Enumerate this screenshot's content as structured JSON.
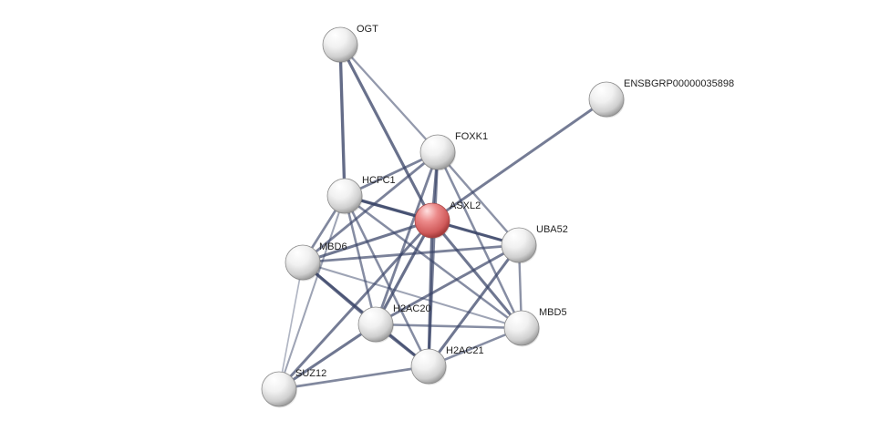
{
  "colors": {
    "background": "#ffffff",
    "query_node": "#e06666",
    "node": "#e8e8e8",
    "edge": "#3a4568",
    "label": "#222222"
  },
  "nodes": [
    {
      "id": "OGT",
      "label": "OGT",
      "query": false
    },
    {
      "id": "ENSBGRP00000035898",
      "label": "ENSBGRP00000035898",
      "query": false
    },
    {
      "id": "FOXK1",
      "label": "FOXK1",
      "query": false
    },
    {
      "id": "HCFC1",
      "label": "HCFC1",
      "query": false
    },
    {
      "id": "ASXL2",
      "label": "ASXL2",
      "query": true
    },
    {
      "id": "UBA52",
      "label": "UBA52",
      "query": false
    },
    {
      "id": "MBD6",
      "label": "MBD6",
      "query": false
    },
    {
      "id": "H2AC20",
      "label": "H2AC20",
      "query": false
    },
    {
      "id": "MBD5",
      "label": "MBD5",
      "query": false
    },
    {
      "id": "H2AC21",
      "label": "H2AC21",
      "query": false
    },
    {
      "id": "SUZ12",
      "label": "SUZ12",
      "query": false
    }
  ],
  "edges": [
    {
      "source": "OGT",
      "target": "HCFC1",
      "confidence": 0.9
    },
    {
      "source": "OGT",
      "target": "FOXK1",
      "confidence": 0.5
    },
    {
      "source": "OGT",
      "target": "ASXL2",
      "confidence": 0.85
    },
    {
      "source": "ENSBGRP00000035898",
      "target": "ASXL2",
      "confidence": 0.75
    },
    {
      "source": "FOXK1",
      "target": "HCFC1",
      "confidence": 0.7
    },
    {
      "source": "FOXK1",
      "target": "ASXL2",
      "confidence": 0.8
    },
    {
      "source": "FOXK1",
      "target": "MBD6",
      "confidence": 0.7
    },
    {
      "source": "FOXK1",
      "target": "UBA52",
      "confidence": 0.55
    },
    {
      "source": "FOXK1",
      "target": "H2AC20",
      "confidence": 0.7
    },
    {
      "source": "FOXK1",
      "target": "H2AC21",
      "confidence": 0.7
    },
    {
      "source": "FOXK1",
      "target": "MBD5",
      "confidence": 0.6
    },
    {
      "source": "HCFC1",
      "target": "ASXL2",
      "confidence": 0.95
    },
    {
      "source": "HCFC1",
      "target": "MBD6",
      "confidence": 0.65
    },
    {
      "source": "HCFC1",
      "target": "H2AC20",
      "confidence": 0.6
    },
    {
      "source": "HCFC1",
      "target": "H2AC21",
      "confidence": 0.6
    },
    {
      "source": "HCFC1",
      "target": "UBA52",
      "confidence": 0.6
    },
    {
      "source": "HCFC1",
      "target": "MBD5",
      "confidence": 0.6
    },
    {
      "source": "HCFC1",
      "target": "SUZ12",
      "confidence": 0.4
    },
    {
      "source": "ASXL2",
      "target": "UBA52",
      "confidence": 0.85
    },
    {
      "source": "ASXL2",
      "target": "MBD6",
      "confidence": 0.8
    },
    {
      "source": "ASXL2",
      "target": "H2AC20",
      "confidence": 0.85
    },
    {
      "source": "ASXL2",
      "target": "H2AC21",
      "confidence": 0.85
    },
    {
      "source": "ASXL2",
      "target": "MBD5",
      "confidence": 0.8
    },
    {
      "source": "ASXL2",
      "target": "SUZ12",
      "confidence": 0.75
    },
    {
      "source": "MBD6",
      "target": "UBA52",
      "confidence": 0.7
    },
    {
      "source": "MBD6",
      "target": "H2AC20",
      "confidence": 0.9
    },
    {
      "source": "MBD6",
      "target": "H2AC21",
      "confidence": 0.6
    },
    {
      "source": "MBD6",
      "target": "MBD5",
      "confidence": 0.4
    },
    {
      "source": "MBD6",
      "target": "SUZ12",
      "confidence": 0.25
    },
    {
      "source": "UBA52",
      "target": "H2AC20",
      "confidence": 0.75
    },
    {
      "source": "UBA52",
      "target": "H2AC21",
      "confidence": 0.8
    },
    {
      "source": "UBA52",
      "target": "MBD5",
      "confidence": 0.55
    },
    {
      "source": "H2AC20",
      "target": "H2AC21",
      "confidence": 0.9
    },
    {
      "source": "H2AC20",
      "target": "MBD5",
      "confidence": 0.6
    },
    {
      "source": "H2AC20",
      "target": "SUZ12",
      "confidence": 0.8
    },
    {
      "source": "H2AC21",
      "target": "MBD5",
      "confidence": 0.6
    },
    {
      "source": "H2AC21",
      "target": "SUZ12",
      "confidence": 0.65
    }
  ]
}
